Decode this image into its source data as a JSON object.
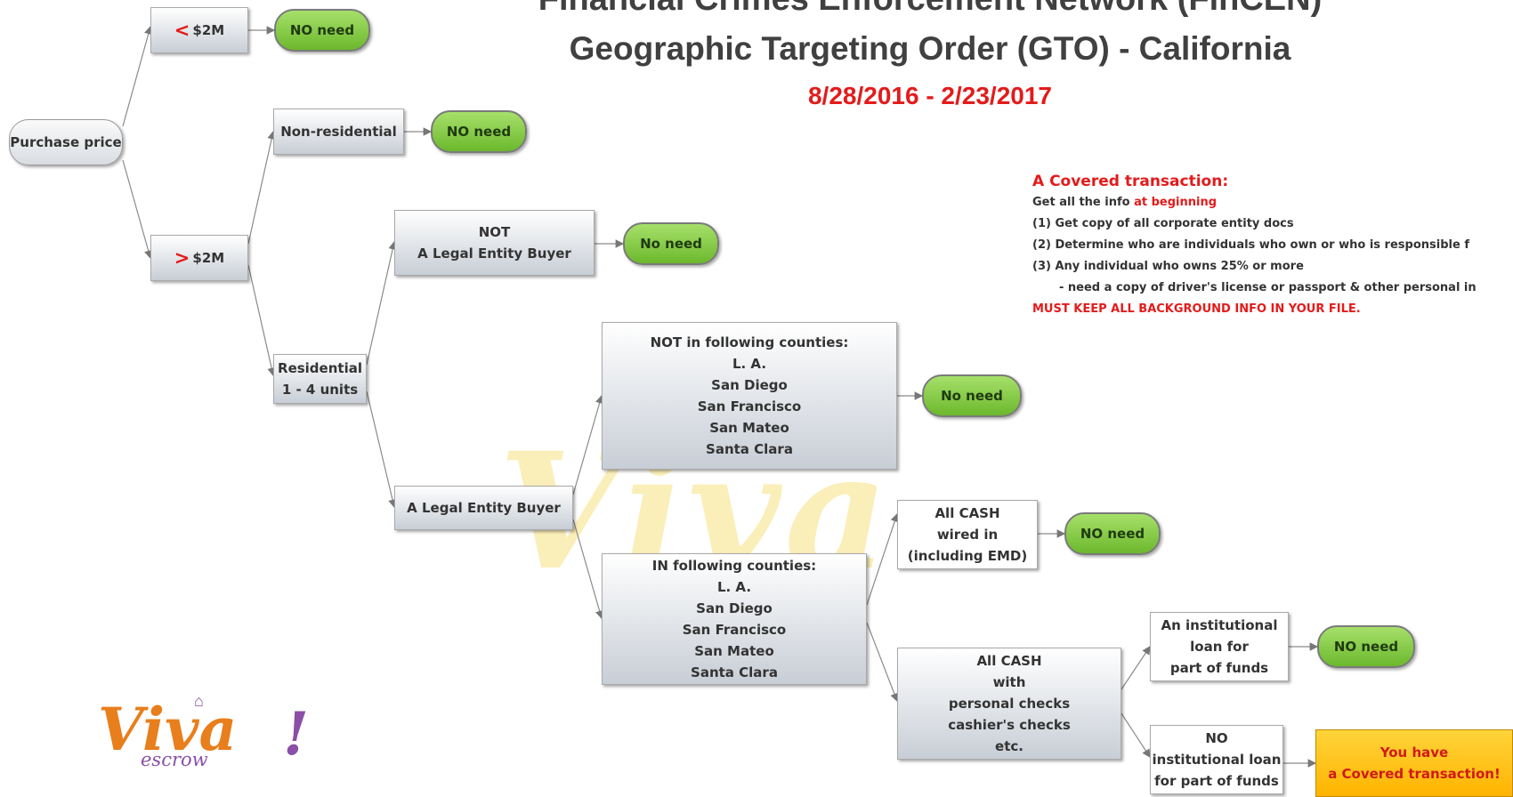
{
  "header": {
    "title_line1": "Financial Crimes Enforcement Network (FinCEN)",
    "title_line2": "Geographic Targeting Order (GTO) - California",
    "dates": "8/28/2016 - 2/23/2017"
  },
  "nodes": {
    "purchase_price": "Purchase price",
    "lt2m_symbol": "<",
    "lt2m_value": "$2M",
    "gt2m_symbol": ">",
    "gt2m_value": "$2M",
    "no_need_lt2m": "NO need",
    "non_residential": "Non-residential",
    "no_need_nonres": "NO need",
    "residential_line1": "Residential",
    "residential_line2": "1 - 4 units",
    "not_legal_line1": "NOT",
    "not_legal_line2": "A Legal Entity Buyer",
    "no_need_notlegal": "No need",
    "legal_entity": "A Legal Entity Buyer",
    "not_counties_title": "NOT in following counties:",
    "in_counties_title": "IN following counties:",
    "counties": [
      "L. A.",
      "San Diego",
      "San Francisco",
      "San Mateo",
      "Santa Clara"
    ],
    "no_need_notcounties": "No need",
    "cash_wired_lines": [
      "All CASH",
      "wired in",
      "(including EMD)"
    ],
    "no_need_wired": "NO need",
    "cash_checks_lines": [
      "All CASH",
      "with",
      "personal checks",
      "cashier's checks",
      "etc."
    ],
    "inst_loan_lines": [
      "An institutional",
      "loan for",
      "part of funds"
    ],
    "no_need_loan": "NO need",
    "no_loan_lines": [
      "NO",
      "institutional loan",
      "for part of funds"
    ],
    "covered_line1": "You have",
    "covered_line2": "a Covered transaction!"
  },
  "info": {
    "heading": "A Covered transaction:",
    "line1_prefix": "Get all the info",
    "line1_highlight": "at beginning",
    "line2": "(1) Get copy of all corporate entity docs",
    "line3": "(2) Determine who are individuals who own or who is responsible f",
    "line4": "(3) Any individual who owns 25% or more",
    "line5": "- need a copy of driver's license or passport & other personal in",
    "line6": "MUST KEEP ALL BACKGROUND INFO IN YOUR FILE."
  },
  "logo": {
    "main": "Viva",
    "sub": "escrow",
    "bang": "!"
  },
  "watermark": "Viva",
  "colors": {
    "accent_red": "#e31b1b",
    "pill_green": "#8dcc4a",
    "covered_yellow": "#ffc21a",
    "logo_orange": "#e87e1c",
    "logo_purple": "#8a4fa7"
  }
}
